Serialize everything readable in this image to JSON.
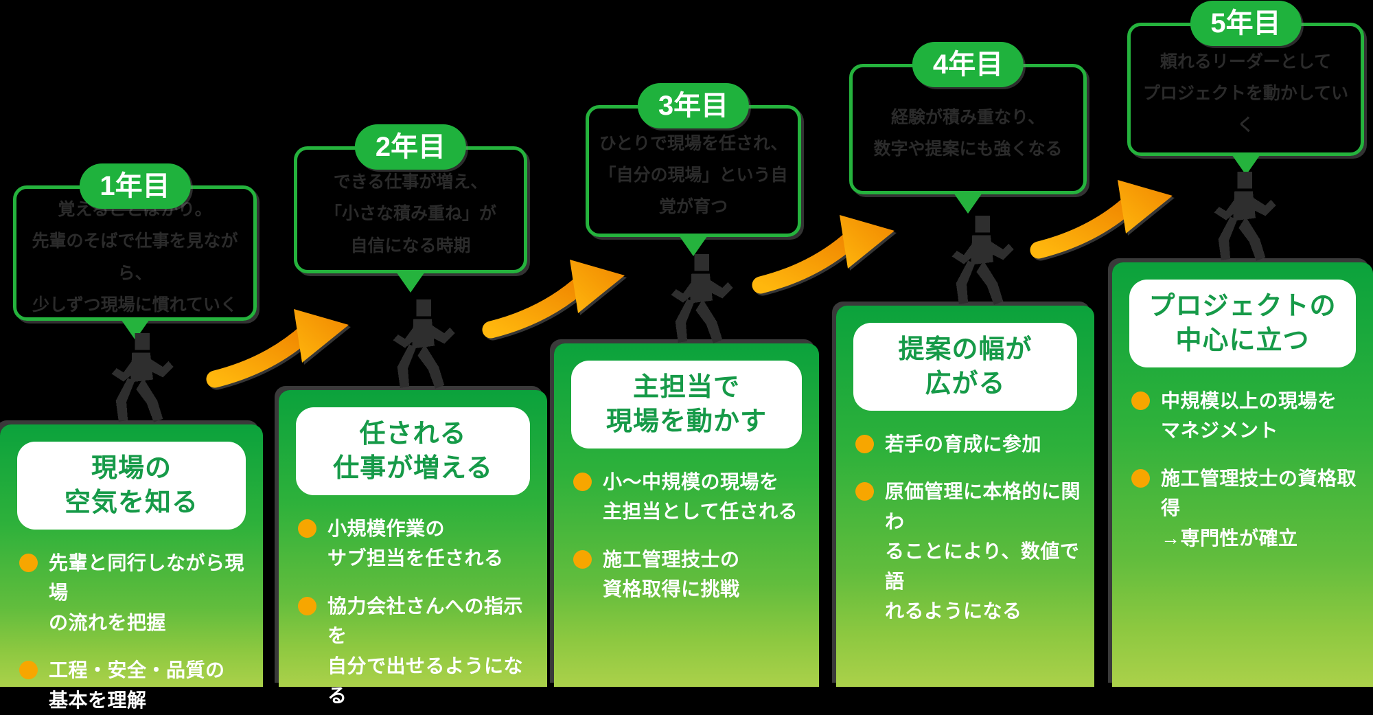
{
  "diagram": {
    "title_semantic": "career-growth-roadmap-5-years",
    "colors": {
      "background": "#000000",
      "accent_green": "#1fb23d",
      "bubble_border_green": "#25b33d",
      "title_green": "#169a48",
      "column_gradient_top": "#0ba23c",
      "column_gradient_bottom": "#abd14a",
      "bullet_orange": "#f7a600",
      "arrow_orange_tail": "#ffb70d",
      "arrow_orange_head": "#f08600",
      "bubble_text_dark": "#2b2b2b",
      "white": "#ffffff"
    }
  },
  "steps": [
    {
      "year_label": "1年目",
      "bubble_text": "覚えることばかり。\n先輩のそばで仕事を見ながら、\n少しずつ現場に慣れていく",
      "title": "現場の\n空気を知る",
      "bullets": [
        "先輩と同行しながら現場\nの流れを把握",
        "工程・安全・品質の\n基本を理解"
      ]
    },
    {
      "year_label": "2年目",
      "bubble_text": "できる仕事が増え、\n「小さな積み重ね」が\n自信になる時期",
      "title": "任される\n仕事が増える",
      "bullets": [
        "小規模作業の\nサブ担当を任される",
        "協力会社さんへの指示を\n自分で出せるようになる"
      ]
    },
    {
      "year_label": "3年目",
      "bubble_text": "ひとりで現場を任され、\n「自分の現場」という自覚が育つ",
      "title": "主担当で\n現場を動かす",
      "bullets": [
        "小〜中規模の現場を\n主担当として任される",
        "施工管理技士の\n資格取得に挑戦"
      ]
    },
    {
      "year_label": "4年目",
      "bubble_text": "経験が積み重なり、\n数字や提案にも強くなる",
      "title": "提案の幅が\n広がる",
      "bullets": [
        "若手の育成に参加",
        "原価管理に本格的に関わ\nることにより、数値で語\nれるようになる"
      ]
    },
    {
      "year_label": "5年目",
      "bubble_text": "頼れるリーダーとして\nプロジェクトを動かしていく",
      "title": "プロジェクトの\n中心に立つ",
      "bullets": [
        "中規模以上の現場を\nマネジメント",
        "施工管理技士の資格取得\n→専門性が確立"
      ]
    }
  ]
}
